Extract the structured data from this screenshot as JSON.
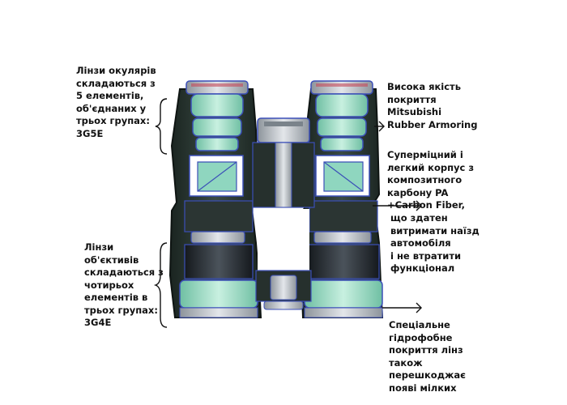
{
  "labels": {
    "eyepiece": "Лінзи окулярів\nскладаються з\n5 елементів,\nоб'єднаних у\nтрьох групах:\n3G5E",
    "objective": "Лінзи\nоб'єктивів\nскладаються з\nчотирьох\nелементів в\nтрьох групах:\n3G4E",
    "coating_quality": "Висока якість\nпокриття\nMitsubishi\nRubber Armoring",
    "body": "Суперміцний і\nлегкий корпус з\nкомпозитного\nкарбону PA\n+Carbon Fiber,",
    "body_cont": "що здатен\nвитримати наїзд\nавтомобіля\n і не втратити\nфункціонал",
    "hydrophobic": "Спеціальне\nгідрофобне\nпокриття лінз\nтакож\nперешкоджає\nпояві мілких"
  },
  "colors": {
    "housing": "#1f2b27",
    "metal": "#b9bec4",
    "glass": "#9ed9c2",
    "inner_line": "#3b4fb8",
    "dark_glass": "#2a2f35"
  },
  "icons": [
    "brace-icon",
    "arrow-right-icon",
    "binocular-cutaway-icon"
  ]
}
